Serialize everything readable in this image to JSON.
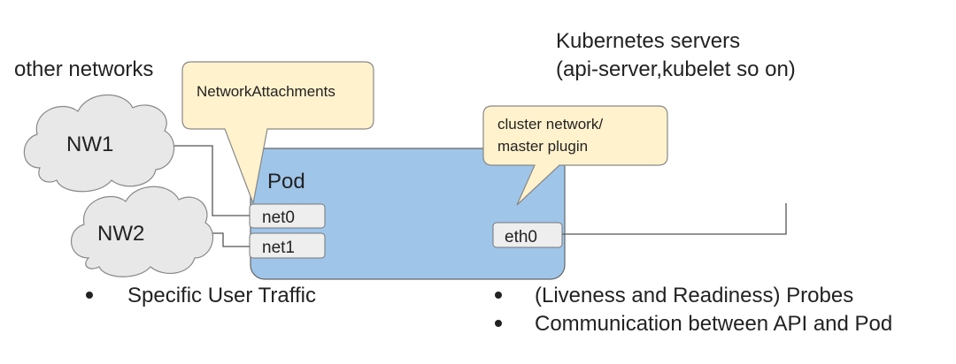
{
  "labels": {
    "other_networks": "other networks",
    "k8s_line1": "Kubernetes servers",
    "k8s_line2": "(api-server,kubelet so on)",
    "pod": "Pod"
  },
  "clouds": {
    "nw1": "NW1",
    "nw2": "NW2"
  },
  "callouts": {
    "network_attachments": "NetworkAttachments",
    "cluster_line1": "cluster network/",
    "cluster_line2": "master plugin"
  },
  "interfaces": {
    "net0": "net0",
    "net1": "net1",
    "eth0": "eth0"
  },
  "bullets": {
    "left": [
      "Specific User Traffic"
    ],
    "right": [
      "(Liveness and Readiness) Probes",
      "Communication between API and Pod"
    ]
  },
  "colors": {
    "pod_fill": "#9fc5e8",
    "callout_fill": "#fff2cc",
    "cloud_fill": "#e8e8e8",
    "iface_fill": "#eeeeee",
    "line": "#555555"
  }
}
